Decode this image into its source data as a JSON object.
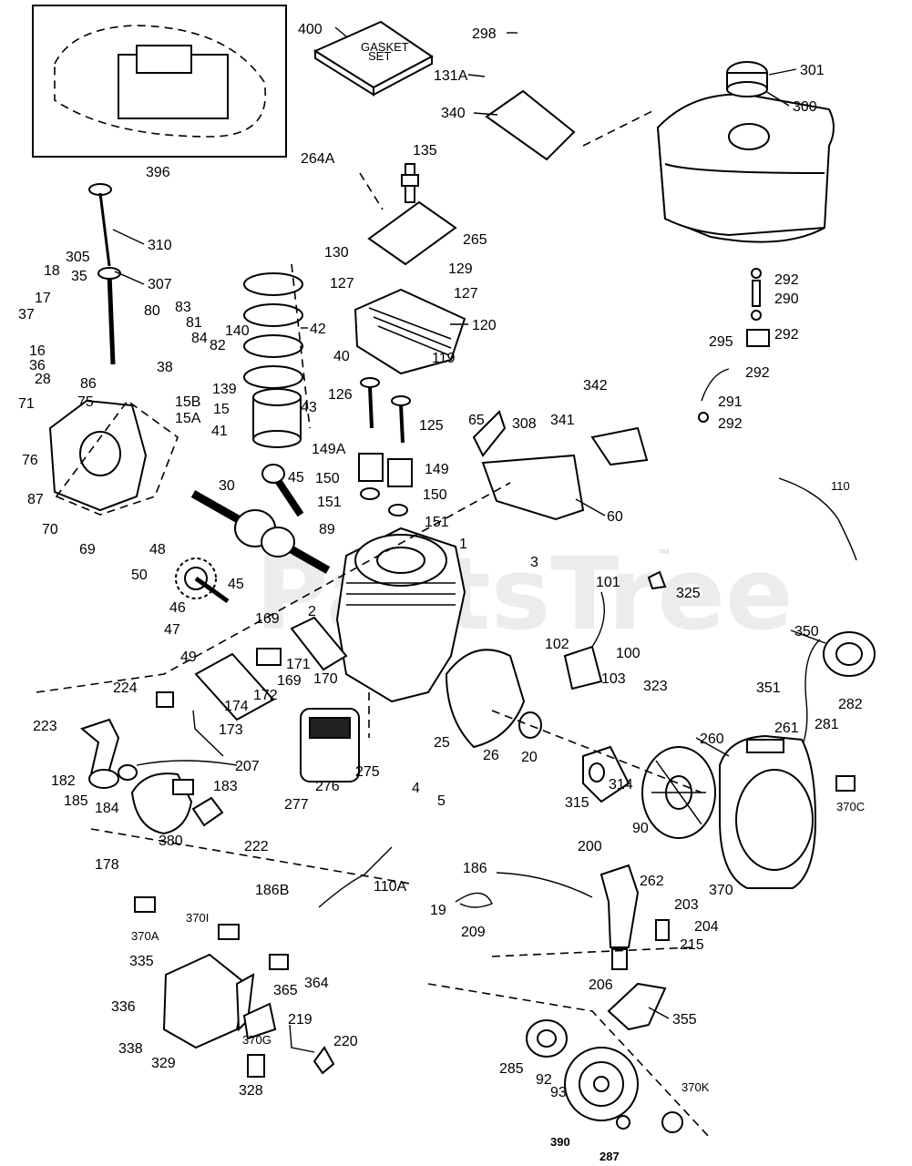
{
  "watermark": "PartsTree",
  "watermark_tm": "™",
  "gasket_set_text": [
    "GASKET",
    "SET"
  ],
  "labels": {
    "p400": "400",
    "p298": "298",
    "p131A": "131A",
    "p340": "340",
    "p301": "301",
    "p300": "300",
    "p396": "396",
    "p264A": "264A",
    "p135": "135",
    "p265": "265",
    "p310": "310",
    "p305": "305",
    "p307": "307",
    "p18": "18",
    "p35": "35",
    "p17": "17",
    "p37": "37",
    "p16": "16",
    "p36": "36",
    "p28": "28",
    "p86": "86",
    "p75": "75",
    "p71": "71",
    "p76": "76",
    "p87": "87",
    "p70": "70",
    "p69": "69",
    "p80": "80",
    "p83": "83",
    "p81": "81",
    "p84": "84",
    "p82": "82",
    "p140": "140",
    "p139": "139",
    "p38": "38",
    "p15B": "15B",
    "p15A": "15A",
    "p15": "15",
    "p42": "42",
    "p40": "40",
    "p41": "41",
    "p43": "43",
    "p130": "130",
    "p127a": "127",
    "p129": "129",
    "p127b": "127",
    "p120": "120",
    "p119": "119",
    "p292a": "292",
    "p290": "290",
    "p292b": "292",
    "p295": "295",
    "p292c": "292",
    "p291": "291",
    "p292d": "292",
    "p126": "126",
    "p125": "125",
    "p65": "65",
    "p308": "308",
    "p341": "341",
    "p342": "342",
    "p149A": "149A",
    "p149": "149",
    "p150a": "150",
    "p150b": "150",
    "p151a": "151",
    "p151b": "151",
    "p60": "60",
    "p110": "110",
    "p30": "30",
    "p45a": "45",
    "p89": "89",
    "p48": "48",
    "p50": "50",
    "p1": "1",
    "p3": "3",
    "p45b": "45",
    "p46": "46",
    "p2": "2",
    "p169a": "169",
    "p47": "47",
    "p49": "49",
    "p101": "101",
    "p325": "325",
    "p350": "350",
    "p102": "102",
    "p100": "100",
    "p103": "103",
    "p323": "323",
    "p351": "351",
    "p282": "282",
    "p261": "261",
    "p281": "281",
    "p260": "260",
    "p224": "224",
    "p171": "171",
    "p170": "170",
    "p169b": "169",
    "p172": "172",
    "p174": "174",
    "p173": "173",
    "p207": "207",
    "p275": "275",
    "p276": "276",
    "p25": "25",
    "p20": "20",
    "p26": "26",
    "p223": "223",
    "p182": "182",
    "p185": "185",
    "p184": "184",
    "p183": "183",
    "p277": "277",
    "p4": "4",
    "p5": "5",
    "p315": "315",
    "p314": "314",
    "p90": "90",
    "p370C": "370C",
    "p380": "380",
    "p222": "222",
    "p178": "178",
    "p186B": "186B",
    "p110A": "110A",
    "p186": "186",
    "p200": "200",
    "p262": "262",
    "p370": "370",
    "p203": "203",
    "p19": "19",
    "p209": "209",
    "p204": "204",
    "p215": "215",
    "p370A": "370A",
    "p370I": "370I",
    "p335": "335",
    "p365": "365",
    "p364": "364",
    "p206": "206",
    "p336": "336",
    "p355": "355",
    "p338": "338",
    "p370G": "370G",
    "p219": "219",
    "p220": "220",
    "p329": "329",
    "p328": "328",
    "p285": "285",
    "p92": "92",
    "p93": "93",
    "p370K": "370K",
    "p390": "390",
    "p287": "287"
  }
}
